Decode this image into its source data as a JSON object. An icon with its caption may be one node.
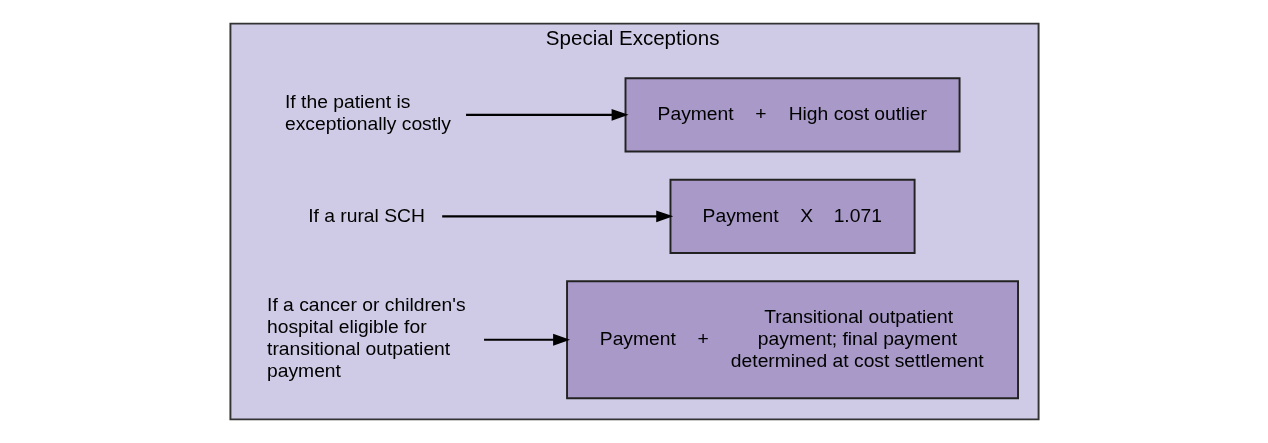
{
  "diagram": {
    "nodes": [
      {
        "text": [
          "Special Exceptions"
        ]
      },
      {
        "text": [
          "If the patient is exceptionally costly"
        ],
        "in": 0
      },
      {
        "text": [
          "Payment",
          "+",
          "High cost outlier"
        ],
        "in": 0
      },
      {
        "text": [
          "If a rural SCH"
        ],
        "in": 0
      },
      {
        "text": [
          "Payment",
          "X",
          "1.071"
        ],
        "in": 0
      },
      {
        "text": [
          "If a cancer or children's hospital eligible for transitional outpatient payment"
        ],
        "in": 0
      },
      {
        "text": [
          "Payment",
          "+",
          "Transitional outpatient payment; final payment determined at cost settlement"
        ],
        "in": 0
      }
    ],
    "edges": [
      {
        "from": 1,
        "to": 2,
        "arrow": "to"
      },
      {
        "from": 3,
        "to": 4,
        "arrow": "to"
      },
      {
        "from": 5,
        "to": 6,
        "arrow": "to"
      }
    ]
  }
}
